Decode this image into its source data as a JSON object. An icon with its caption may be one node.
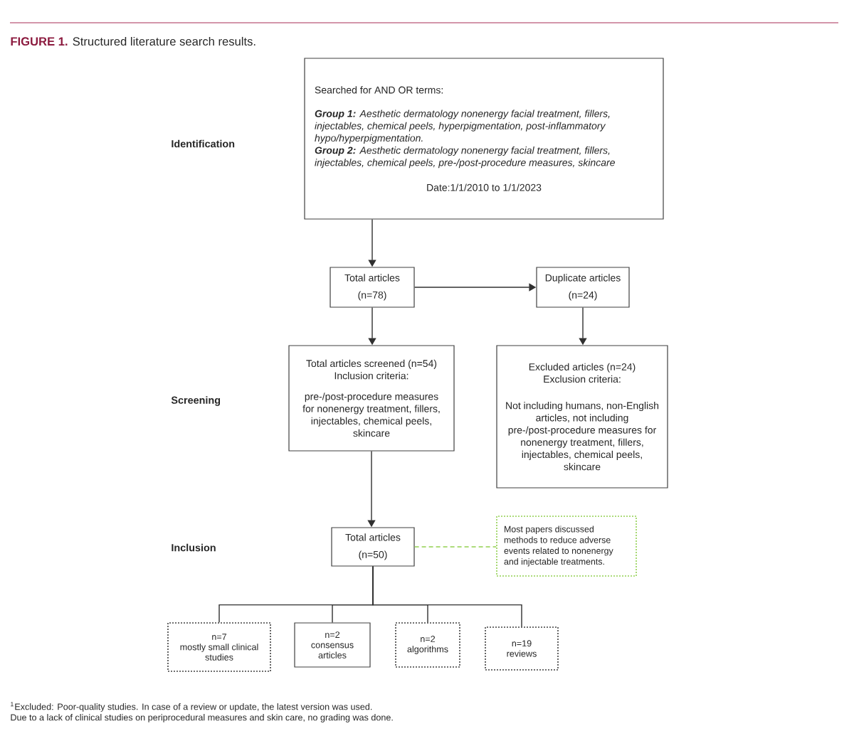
{
  "diagram": {
    "title": "**FIGURE 1.** Structured literature search results.",
    "nodes": [
      {
        "text": [
          "Searched for AND OR terms:",
          "**Group 1:** Aesthetic dermatology nonenergy facial treatment, fillers, injectables, chemical peels, hyperpigmentation, post-inflammatory hypo/hyperpigmentation.",
          "**Group 2:** Aesthetic dermatology nonenergy facial treatment, fillers, injectables, chemical peels, pre-/post-procedure measures, skincare",
          "Date:1/1/2010 to 1/1/2023"
        ]
      },
      {
        "text": [
          "Total articles",
          "(n=78)"
        ]
      },
      {
        "text": [
          "Duplicate articles",
          "(n=24)"
        ]
      },
      {
        "text": [
          "Total articles screened (n=54)",
          "Inclusion criteria:",
          "pre-/post-procedure measures for nonenergy treatment, fillers, injectables, chemical peels, skincare"
        ]
      },
      {
        "text": [
          "Excluded articles (n=24)",
          "Exclusion criteria:",
          "Not including humans, non-English articles, not including pre-/post-procedure measures for nonenergy treatment, fillers, injectables, chemical peels, skincare"
        ]
      },
      {
        "text": [
          "Total articles",
          "(n=50)"
        ]
      },
      {
        "text": [
          "Most papers discussed methods to reduce adverse events related to nonenergy and injectable treatments."
        ]
      },
      {
        "text": [
          "n=7",
          "mostly small clinical studies"
        ]
      },
      {
        "text": [
          "n=2",
          "consensus articles"
        ]
      },
      {
        "text": [
          "n=2",
          "algorithms"
        ]
      },
      {
        "text": [
          "n=19",
          "reviews"
        ]
      }
    ],
    "edges": [
      {
        "from": 0,
        "to": 1,
        "arrow": "to"
      },
      {
        "from": 1,
        "to": 2,
        "arrow": "to"
      },
      {
        "from": 1,
        "to": 3,
        "arrow": "to"
      },
      {
        "from": 2,
        "to": 4,
        "arrow": "to"
      },
      {
        "from": 3,
        "to": 5,
        "arrow": "to"
      },
      {
        "from": 5,
        "to": 6,
        "arrow": "none",
        "style": "dashed",
        "color": "#92d050"
      },
      {
        "from": 5,
        "to": 7,
        "arrow": "none"
      },
      {
        "from": 5,
        "to": 8,
        "arrow": "none"
      },
      {
        "from": 5,
        "to": 9,
        "arrow": "none"
      },
      {
        "from": 5,
        "to": 10,
        "arrow": "none"
      }
    ],
    "labels": [
      "Identification",
      "Screening",
      "Inclusion",
      "$^{1}$Excluded: Poor-quality studies. In case of a review or update, the latest version was used.",
      "Due to a lack of clinical studies on periprocedural measures and skin care, no grading was done."
    ]
  }
}
